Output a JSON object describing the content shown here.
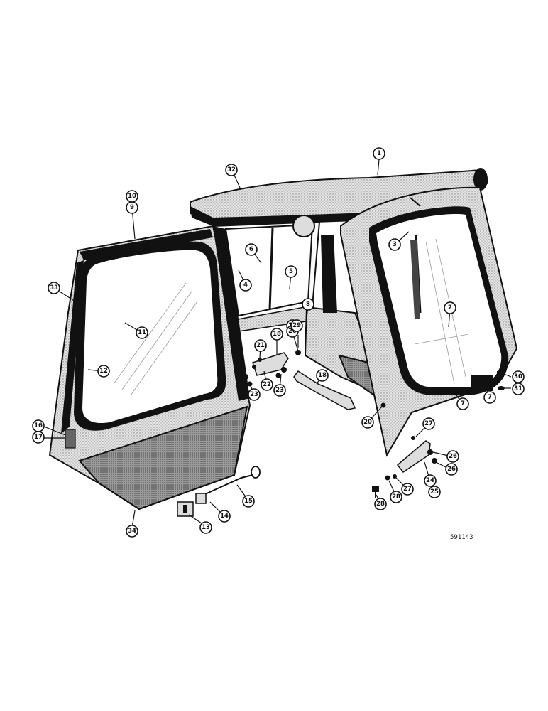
{
  "figure_code": "591143",
  "callouts": [
    "1",
    "2",
    "3",
    "4",
    "5",
    "6",
    "7",
    "7",
    "8",
    "9",
    "10",
    "11",
    "12",
    "13",
    "14",
    "15",
    "16",
    "17",
    "18",
    "18",
    "19",
    "20",
    "20",
    "21",
    "22",
    "23",
    "23",
    "24",
    "25",
    "26",
    "26",
    "27",
    "27",
    "28",
    "28",
    "29",
    "30",
    "31",
    "32",
    "33",
    "34"
  ],
  "colors": {
    "ink": "#111111",
    "shade": "#8a8a8a",
    "glass": "#ffffff",
    "panel": "#d9d9d9"
  }
}
